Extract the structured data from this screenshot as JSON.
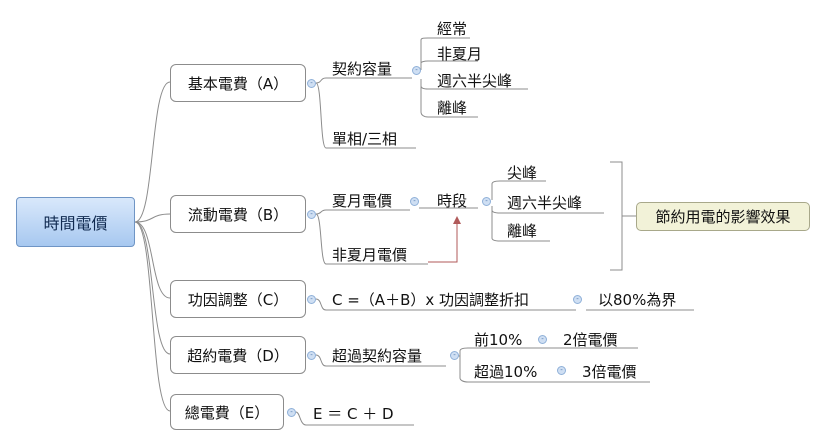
{
  "central": "時間電價",
  "branches": {
    "a": {
      "label": "基本電費（A）",
      "contract": "契約容量",
      "contract_items": [
        "經常",
        "非夏月",
        "週六半尖峰",
        "離峰"
      ],
      "phase": "單相/三相"
    },
    "b": {
      "label": "流動電費（B）",
      "summer": "夏月電價",
      "period": "時段",
      "period_items": [
        "尖峰",
        "週六半尖峰",
        "離峰"
      ],
      "nonsummer": "非夏月電價",
      "note": "節約用電的影響效果"
    },
    "c": {
      "label": "功因調整（C）",
      "formula": "C =（A＋B）x 功因調整折扣",
      "threshold": "以80%為界"
    },
    "d": {
      "label": "超約電費（D）",
      "over": "超過契約容量",
      "rows": [
        {
          "cond": "前10%",
          "result": "2倍電價"
        },
        {
          "cond": "超過10%",
          "result": "3倍電價"
        }
      ]
    },
    "e": {
      "label": "總電費（E）",
      "formula": "E ＝ C ＋ D"
    }
  },
  "icons": {
    "collapse": "minus-circle-icon"
  },
  "colors": {
    "central_fill": "#a7c8f0",
    "note_fill": "#f2f2d8",
    "connector": "#8c8c8c",
    "arrow": "#b05a5a"
  }
}
